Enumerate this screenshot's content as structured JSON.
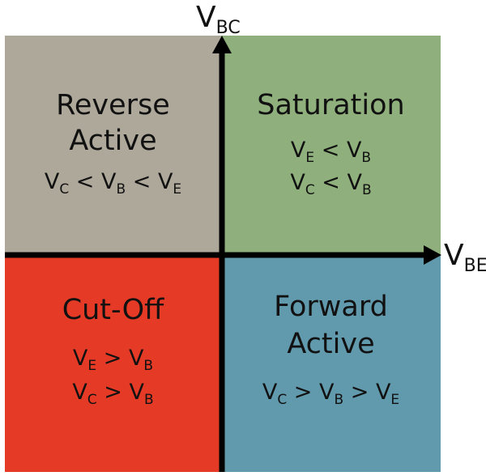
{
  "colors": {
    "reverse_active": "#aea89a",
    "saturation": "#8fb07c",
    "cut_off": "#e43a26",
    "forward_active": "#6199ad",
    "axis": "#000000"
  },
  "axes": {
    "vertical": {
      "main": "V",
      "sub": "BC"
    },
    "horizontal": {
      "main": "V",
      "sub": "BE"
    }
  },
  "quadrants": {
    "reverse_active": {
      "title": [
        "Reverse",
        "Active"
      ],
      "conditions": [
        [
          {
            "v": "V",
            "s": "C"
          },
          {
            "op": " < "
          },
          {
            "v": "V",
            "s": "B"
          },
          {
            "op": " < "
          },
          {
            "v": "V",
            "s": "E"
          }
        ]
      ]
    },
    "saturation": {
      "title": [
        "Saturation"
      ],
      "conditions": [
        [
          {
            "v": "V",
            "s": "E"
          },
          {
            "op": " < "
          },
          {
            "v": "V",
            "s": "B"
          }
        ],
        [
          {
            "v": "V",
            "s": "C"
          },
          {
            "op": " < "
          },
          {
            "v": "V",
            "s": "B"
          }
        ]
      ]
    },
    "cut_off": {
      "title": [
        "Cut-Off"
      ],
      "conditions": [
        [
          {
            "v": "V",
            "s": "E"
          },
          {
            "op": " > "
          },
          {
            "v": "V",
            "s": "B"
          }
        ],
        [
          {
            "v": "V",
            "s": "C"
          },
          {
            "op": " > "
          },
          {
            "v": "V",
            "s": "B"
          }
        ]
      ]
    },
    "forward_active": {
      "title": [
        "Forward",
        "Active"
      ],
      "conditions": [
        [
          {
            "v": "V",
            "s": "C"
          },
          {
            "op": " > "
          },
          {
            "v": "V",
            "s": "B"
          },
          {
            "op": " > "
          },
          {
            "v": "V",
            "s": "E"
          }
        ]
      ]
    }
  }
}
